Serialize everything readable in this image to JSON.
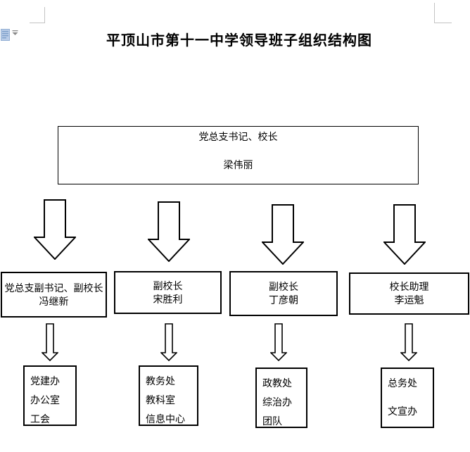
{
  "title": "平顶山市第十一中学领导班子组织结构图",
  "icons": {
    "paste_options": "paste-options",
    "dropdown": "dropdown-arrow",
    "big_arrow": "down-block-arrow",
    "small_arrow": "down-block-arrow-small",
    "crop_marks": "page-margin-corner-marks"
  },
  "colors": {
    "box_border": "#000000",
    "crop_mark": "#c3c3c3",
    "paste_icon_fill": "#b9cce8",
    "paste_icon_lines": "#7d9fc9",
    "dropdown_gray": "#8a8a8a"
  },
  "org_chart": {
    "root": {
      "title": "党总支书记、校长",
      "name": "梁伟丽"
    },
    "level2": [
      {
        "title": "党总支副书记、副校长",
        "name": "冯继新"
      },
      {
        "title": "副校长",
        "name": "宋胜利"
      },
      {
        "title": "副校长",
        "name": "丁彦朝"
      },
      {
        "title": "校长助理",
        "name": "李运魁"
      }
    ],
    "level3": [
      {
        "lines": [
          "党建办",
          "办公室",
          "工会"
        ]
      },
      {
        "lines": [
          "教务处",
          "教科室",
          "信息中心"
        ]
      },
      {
        "lines": [
          "政教处",
          "综治办",
          "团队"
        ]
      },
      {
        "lines": [
          "总务处",
          "",
          "文宣办"
        ]
      }
    ]
  }
}
